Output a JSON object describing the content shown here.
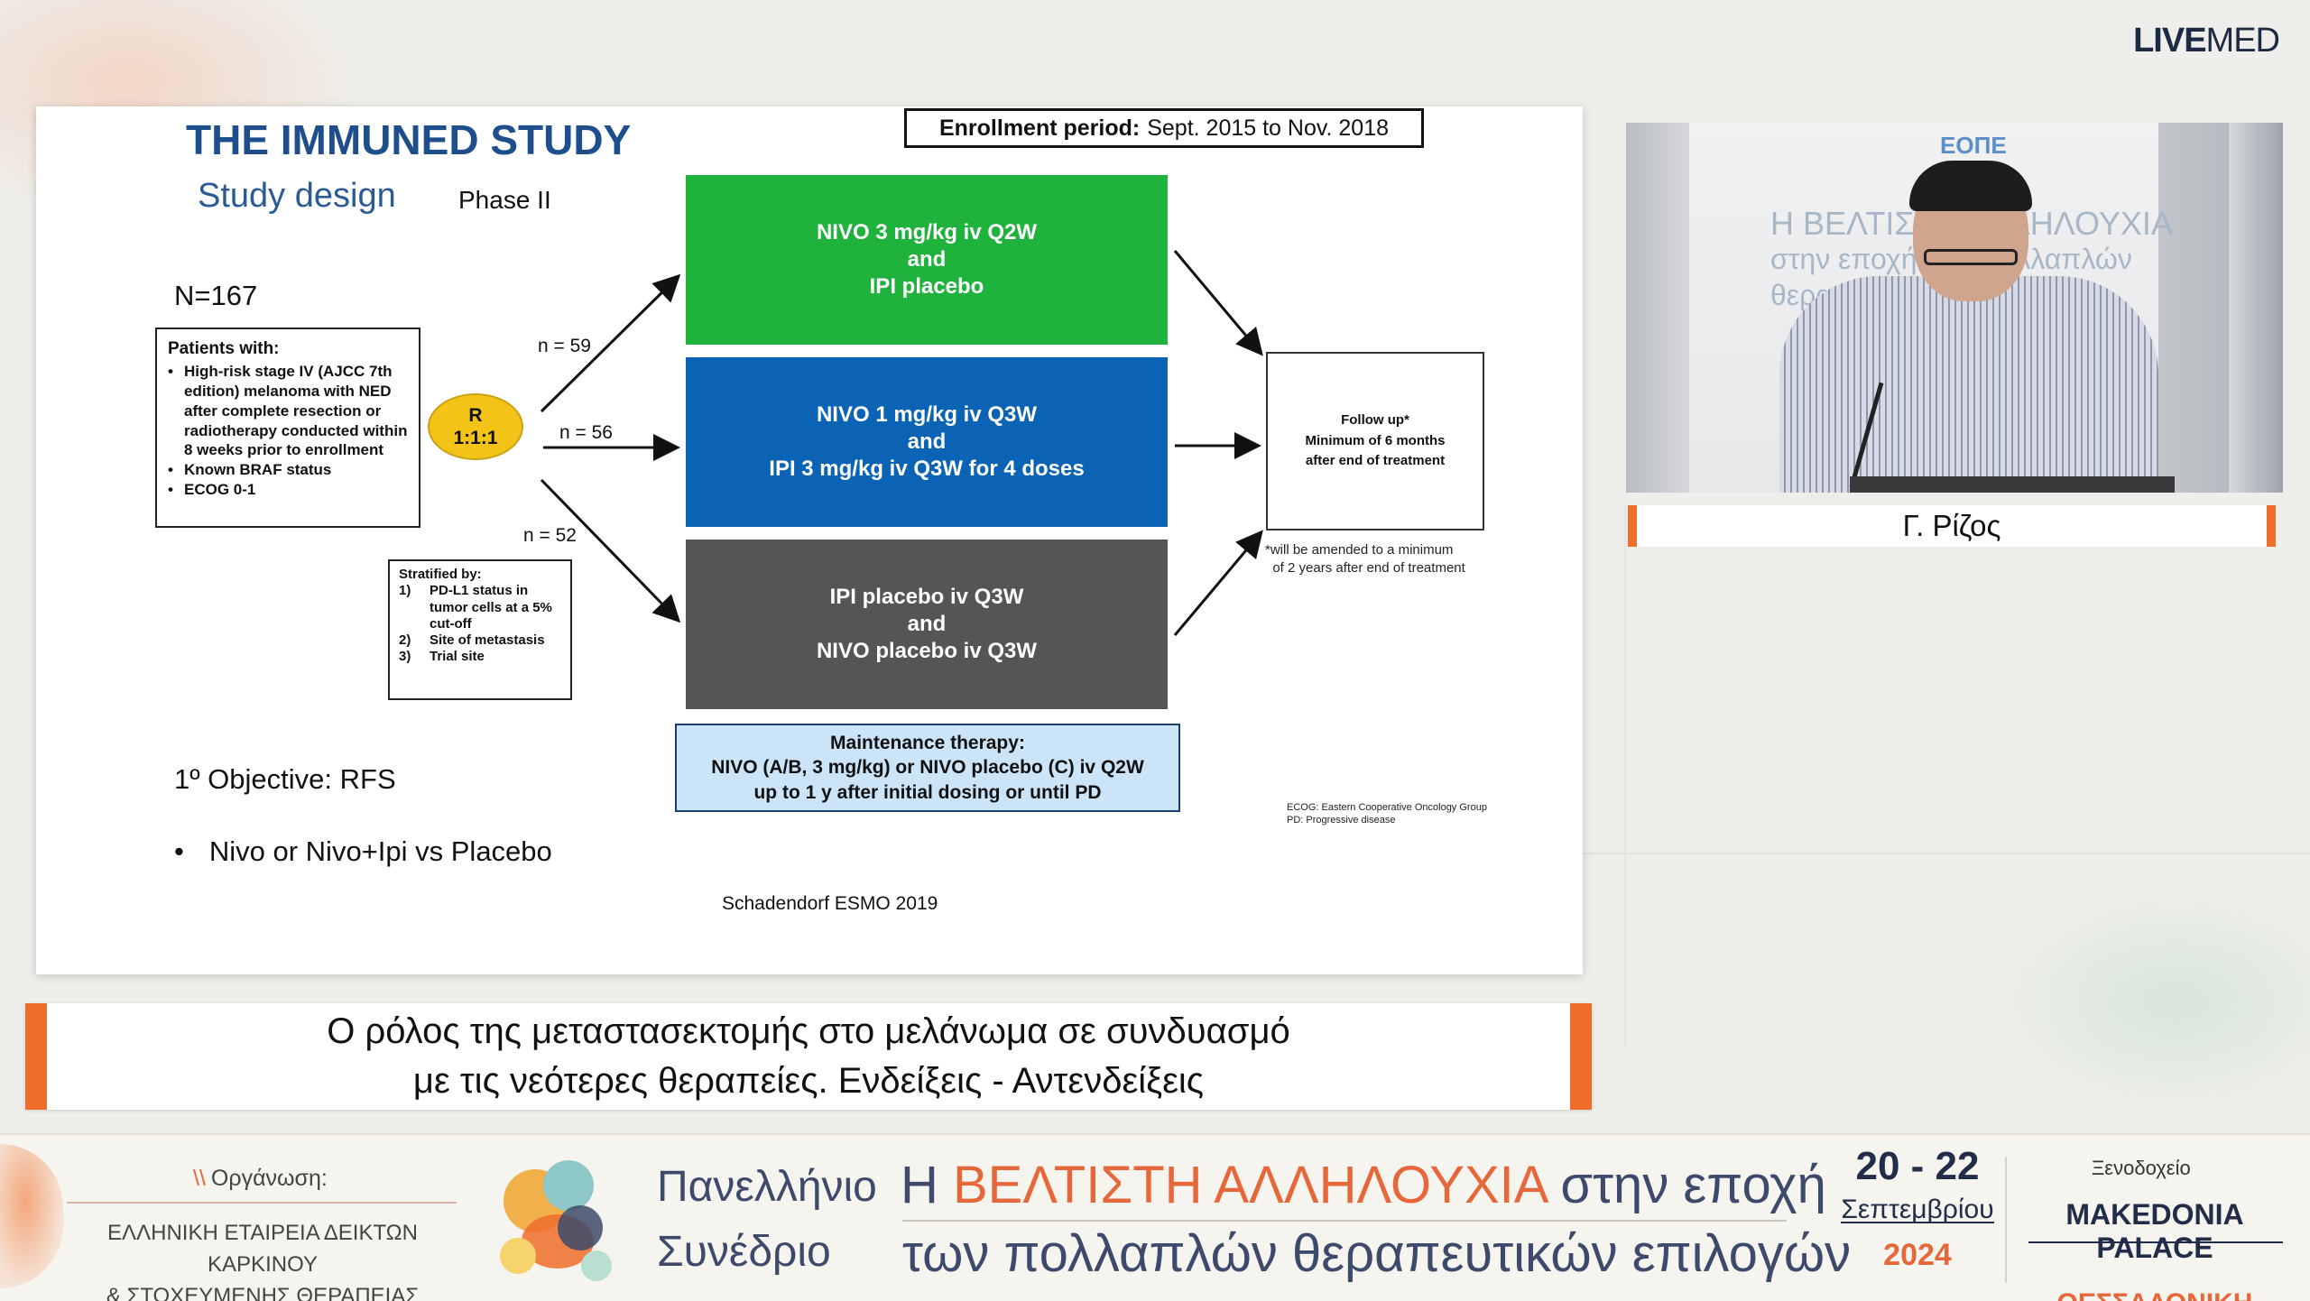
{
  "brand": {
    "logo_bold": "LIVE",
    "logo_light": "MED"
  },
  "slide": {
    "title": "THE IMMUNED STUDY",
    "subtitle": "Study design",
    "phase": "Phase II",
    "enrollment_label": "Enrollment period:",
    "enrollment_value": "Sept. 2015 to Nov. 2018",
    "n_total": "N=167",
    "patients": {
      "heading": "Patients with:",
      "items": [
        "High-risk stage IV (AJCC 7th edition) melanoma with NED after complete resection or radiotherapy conducted within 8 weeks prior to enrollment",
        "Known BRAF status",
        "ECOG 0-1"
      ]
    },
    "randomization": {
      "line1": "R",
      "line2": "1:1:1"
    },
    "arm_counts": [
      "n = 59",
      "n = 56",
      "n = 52"
    ],
    "stratified": {
      "heading": "Stratified by:",
      "items": [
        {
          "num": "1)",
          "text": "PD-L1 status in tumor cells at a 5% cut-off"
        },
        {
          "num": "2)",
          "text": "Site of metastasis"
        },
        {
          "num": "3)",
          "text": "Trial site"
        }
      ]
    },
    "arms": [
      {
        "line1": "NIVO 3 mg/kg iv Q2W",
        "line2": "and",
        "line3": "IPI placebo",
        "color": "#1fb23c"
      },
      {
        "line1": "NIVO 1 mg/kg iv Q3W",
        "line2": "and",
        "line3": "IPI 3 mg/kg iv Q3W for 4 doses",
        "color": "#0a63b5"
      },
      {
        "line1": "IPI placebo iv Q3W",
        "line2": "and",
        "line3": "NIVO placebo iv Q3W",
        "color": "#555555"
      }
    ],
    "maintenance": {
      "line1": "Maintenance therapy:",
      "line2": "NIVO (A/B, 3 mg/kg) or NIVO placebo (C) iv Q2W",
      "line3": "up to 1 y after initial dosing or until PD"
    },
    "followup": {
      "line1": "Follow up*",
      "line2": "Minimum of 6 months",
      "line3": "after end of treatment"
    },
    "followup_note": {
      "line1": "*will be amended to a minimum",
      "line2": "of 2 years after end of treatment"
    },
    "abbrev": {
      "line1": "ECOG: Eastern Cooperative Oncology Group",
      "line2": "PD: Progressive disease"
    },
    "objective": "1º Objective: RFS",
    "bullet": "Nivo or Nivo+Ipi vs Placebo",
    "reference": "Schadendorf ESMO 2019"
  },
  "video": {
    "banner_logo": "ΕΟΠΕ",
    "banner_line1": "Η ΒΕΛΤΙΣΤΗ ΑΛΛΗΛΟΥΧΙΑ",
    "banner_line2": "στην εποχή των πολλαπλών",
    "banner_line3": "θεραπευτικών"
  },
  "speaker_name": "Γ. Ρίζος",
  "caption": {
    "line1": "Ο ρόλος της μεταστασεκτομής στο μελάνωμα σε συνδυασμό",
    "line2": "με τις νεότερες θεραπείες. Ενδείξεις - Αντενδείξεις"
  },
  "banner": {
    "organizer_label": "Οργάνωση:",
    "organizer_line1": "ΕΛΛΗΝΙΚΗ ΕΤΑΙΡΕΙΑ ΔΕΙΚΤΩΝ ΚΑΡΚΙΝΟΥ",
    "organizer_line2": "& ΣΤΟΧΕΥΜΕΝΗΣ ΘΕΡΑΠΕΙΑΣ",
    "conference_word1": "Πανελλήνιο",
    "conference_word2": "Συνέδριο",
    "title_prefix": "Η ",
    "title_highlight": "ΒΕΛΤΙΣΤΗ ΑΛΛΗΛΟΥΧΙΑ",
    "title_suffix": " στην εποχή",
    "title_line2": "των πολλαπλών θεραπευτικών επιλογών",
    "dates": "20 - 22",
    "month": "Σεπτεμβρίου",
    "year": "2024",
    "hotel_label": "Ξενοδοχείο",
    "hotel_name": "MAKEDONIA PALACE",
    "city": "ΘΕΣΣΑΛΟΝΙΚΗ"
  },
  "colors": {
    "accent_orange": "#ef6d2a",
    "navy": "#222d4a",
    "title_blue": "#1f4e8c"
  }
}
